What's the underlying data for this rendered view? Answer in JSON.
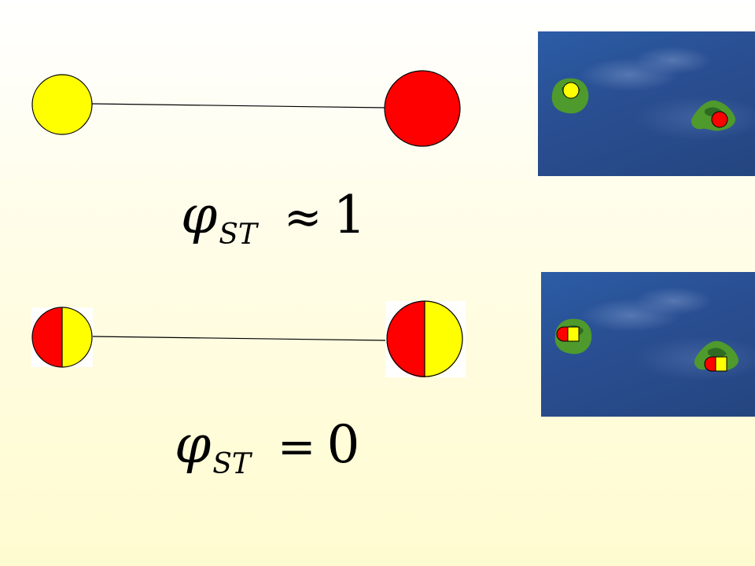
{
  "equations": {
    "top": {
      "symbol": "φ",
      "subscript": "ST",
      "operator": "≈",
      "value": "1"
    },
    "bottom": {
      "symbol": "φ",
      "subscript": "ST",
      "operator": "=",
      "value": "0"
    }
  },
  "colors": {
    "allele_a": "#ffff00",
    "allele_b": "#ff0000",
    "link": "#000000",
    "island_green": "#4e9a2c",
    "island_dark": "#2f6b23",
    "ocean": "#2a4f93"
  },
  "scenarios": {
    "differentiated": {
      "left_population": "allele_a",
      "right_population": "allele_b"
    },
    "mixed": {
      "left_population": "half_b_half_a",
      "right_population": "half_b_half_a"
    }
  }
}
